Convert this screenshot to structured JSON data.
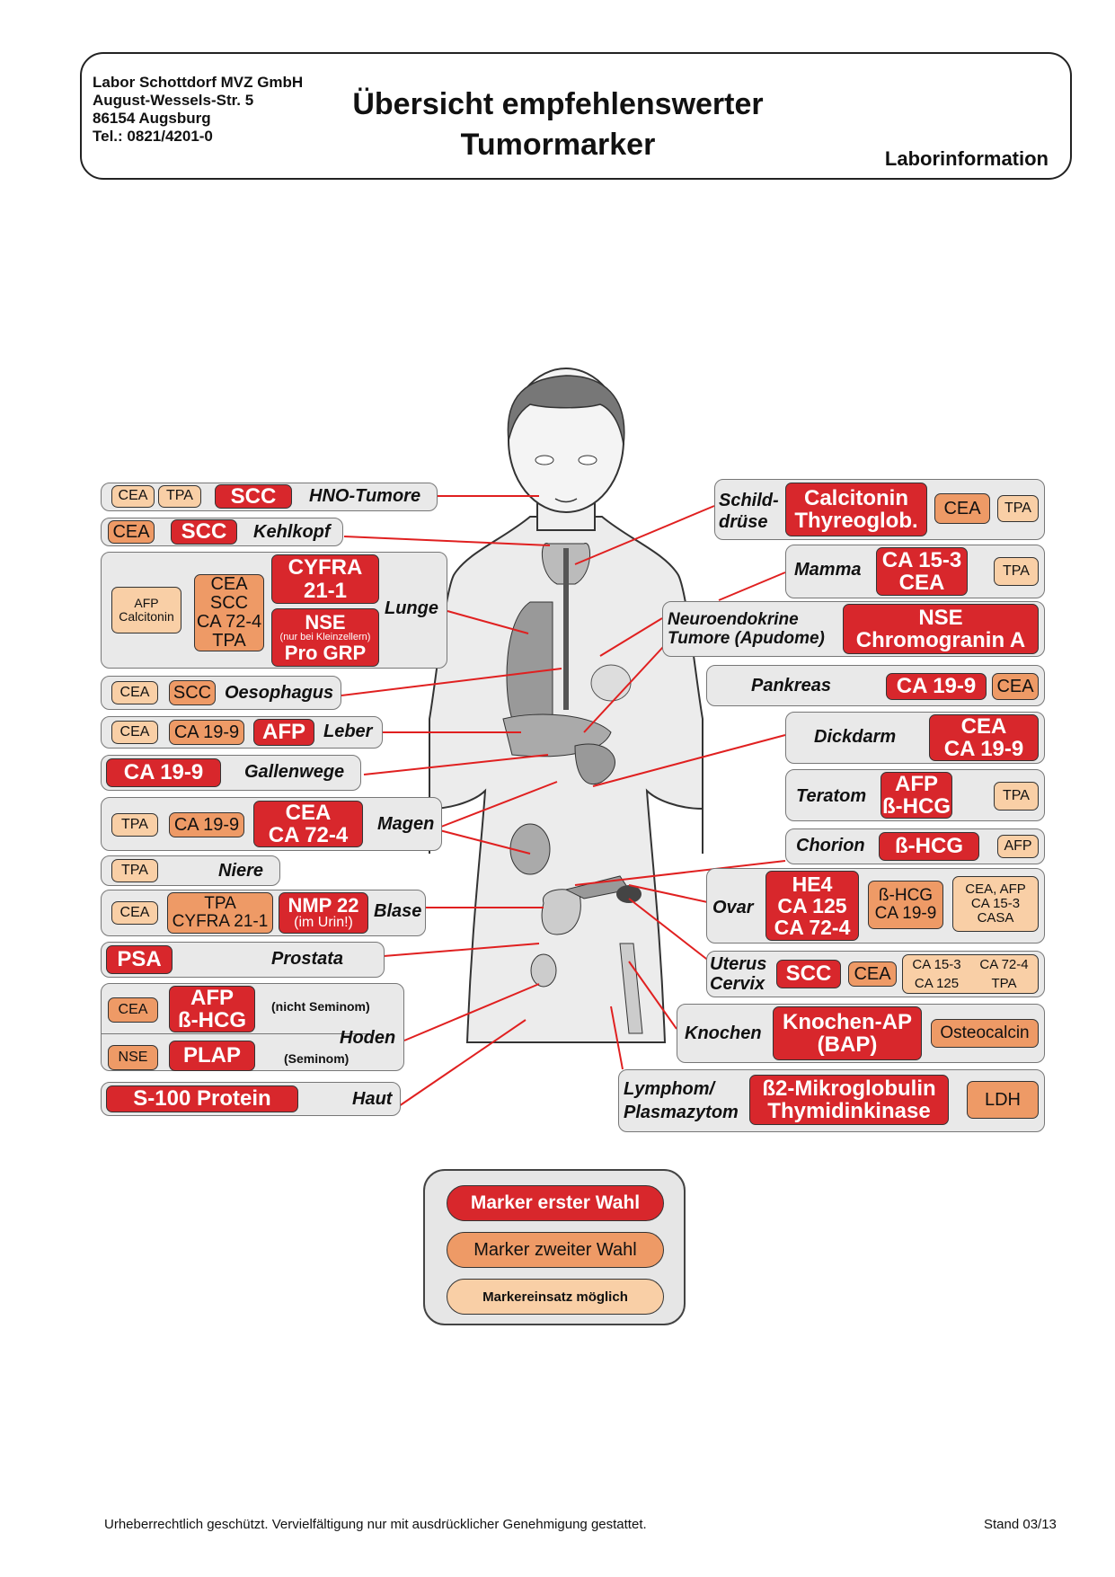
{
  "header": {
    "address_lines": [
      "Labor Schottdorf MVZ GmbH",
      "August-Wessels-Str. 5",
      "86154 Augsburg",
      "Tel.: 0821/4201-0"
    ],
    "title_line1": "Übersicht empfehlenswerter",
    "title_line2": "Tumormarker",
    "subtitle": "Laborinformation"
  },
  "colors": {
    "first_choice": "#d8272c",
    "second_choice": "#ee9a66",
    "possible": "#f9cfa6",
    "box_bg": "#e9e9e9",
    "line": "#e02020"
  },
  "left": {
    "hno": {
      "label": "HNO-Tumore",
      "t1": "CEA",
      "t2": "TPA",
      "p1": "SCC"
    },
    "kehlkopf": {
      "label": "Kehlkopf",
      "s1": "CEA",
      "p1": "SCC"
    },
    "lunge": {
      "label": "Lunge",
      "t1a": "AFP",
      "t1b": "Calcitonin",
      "s1a": "CEA",
      "s1b": "SCC",
      "s1c": "CA 72-4",
      "s1d": "TPA",
      "p1a": "CYFRA",
      "p1b": "21-1",
      "p2a": "NSE",
      "p2b": "(nur bei Kleinzellern)",
      "p2c": "Pro GRP"
    },
    "oesophagus": {
      "label": "Oesophagus",
      "t1": "CEA",
      "s1": "SCC"
    },
    "leber": {
      "label": "Leber",
      "t1": "CEA",
      "s1": "CA 19-9",
      "p1": "AFP"
    },
    "gallenwege": {
      "label": "Gallenwege",
      "p1": "CA 19-9"
    },
    "magen": {
      "label": "Magen",
      "t1": "TPA",
      "s1": "CA 19-9",
      "p1a": "CEA",
      "p1b": "CA 72-4"
    },
    "niere": {
      "label": "Niere",
      "t1": "TPA"
    },
    "blase": {
      "label": "Blase",
      "t1": "CEA",
      "s1a": "TPA",
      "s1b": "CYFRA 21-1",
      "p1a": "NMP 22",
      "p1b": "(im Urin!)"
    },
    "prostata": {
      "label": "Prostata",
      "p1": "PSA"
    },
    "hoden": {
      "label": "Hoden",
      "t1": "CEA",
      "p1a": "AFP",
      "p1b": "ß-HCG",
      "note1": "(nicht Seminom)",
      "t2": "NSE",
      "p2": "PLAP",
      "note2": "(Seminom)"
    },
    "haut": {
      "label": "Haut",
      "p1": "S-100 Protein"
    }
  },
  "right": {
    "schilddruese": {
      "label1": "Schild-",
      "label2": "drüse",
      "p1a": "Calcitonin",
      "p1b": "Thyreoglob.",
      "s1": "CEA",
      "t1": "TPA"
    },
    "mamma": {
      "label": "Mamma",
      "p1a": "CA 15-3",
      "p1b": "CEA",
      "t1": "TPA"
    },
    "neuro": {
      "label1": "Neuroendokrine",
      "label2": "Tumore (Apudome)",
      "p1a": "NSE",
      "p1b": "Chromogranin A"
    },
    "pankreas": {
      "label": "Pankreas",
      "p1": "CA 19-9",
      "s1": "CEA"
    },
    "dickdarm": {
      "label": "Dickdarm",
      "p1a": "CEA",
      "p1b": "CA 19-9"
    },
    "teratom": {
      "label": "Teratom",
      "p1a": "AFP",
      "p1b": "ß-HCG",
      "t1": "TPA"
    },
    "chorion": {
      "label": "Chorion",
      "p1": "ß-HCG",
      "t1": "AFP"
    },
    "ovar": {
      "label": "Ovar",
      "p1a": "HE4",
      "p1b": "CA 125",
      "p1c": "CA 72-4",
      "s1a": "ß-HCG",
      "s1b": "CA 19-9",
      "t1a": "CEA, AFP",
      "t1b": "CA 15-3",
      "t1c": "CASA"
    },
    "uterus": {
      "label1": "Uterus",
      "label2": "Cervix",
      "p1": "SCC",
      "s1": "CEA",
      "t1a": "CA 15-3",
      "t1b": "CA 72-4",
      "t1c": "CA 125",
      "t1d": "TPA"
    },
    "knochen": {
      "label": "Knochen",
      "p1a": "Knochen-AP",
      "p1b": "(BAP)",
      "s1": "Osteocalcin"
    },
    "lymphom": {
      "label1": "Lymphom/",
      "label2": "Plasmazytom",
      "p1a": "ß2-Mikroglobulin",
      "p1b": "Thymidinkinase",
      "s1": "LDH"
    }
  },
  "legend": {
    "first": "Marker erster Wahl",
    "second": "Marker zweiter Wahl",
    "possible": "Markereinsatz möglich"
  },
  "footer": {
    "copyright": "Urheberrechtlich geschützt. Vervielfältigung nur mit ausdrücklicher Genehmigung gestattet.",
    "stand": "Stand 03/13"
  }
}
